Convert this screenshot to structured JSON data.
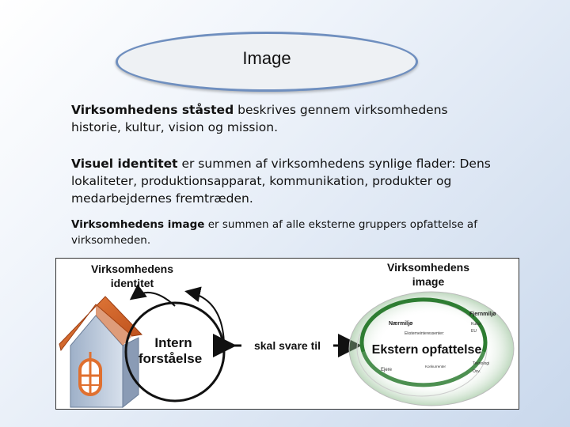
{
  "title": "Image",
  "paragraphs": {
    "p1_bold": "Virksomhedens ståsted",
    "p1_rest": " beskrives gennem virksomhedens historie, kultur, vision og mission.",
    "p2_bold": "Visuel identitet",
    "p2_rest": " er summen af virksomhedens synlige flader: Dens lokaliteter, produktionsapparat, kommunikation, produkter og medarbejdernes fremtræden.",
    "p3_bold": "Virksomhedens image",
    "p3_rest": " er summen af alle eksterne gruppers opfattelse af virksomheden."
  },
  "diagram": {
    "left_heading_line1": "Virksomhedens",
    "left_heading_line2": "identitet",
    "inner_label_line1": "Intern",
    "inner_label_line2": "forståelse",
    "arrow_label": "skal svare til",
    "right_heading_line1": "Virksomhedens",
    "right_heading_line2": "image",
    "outer_label": "Ekstern opfattelse",
    "ring_labels": {
      "naermiljo": "Nærmiljø",
      "eksterne": "Eksterneinteressenter:",
      "fjernmiljo": "Fjernmiljø",
      "kultur": "Kultur",
      "eu": "EU",
      "ejere": "Ejere",
      "konkurrenter": "Konkurrenter",
      "teknologi": "Teknologi",
      "osv": "Osv."
    },
    "colors": {
      "roof": "#d9622b",
      "wall": "#b9c6d8",
      "door": "#ffffff",
      "window_frame": "#e0702f",
      "green_ring": "#2e7d32"
    }
  }
}
